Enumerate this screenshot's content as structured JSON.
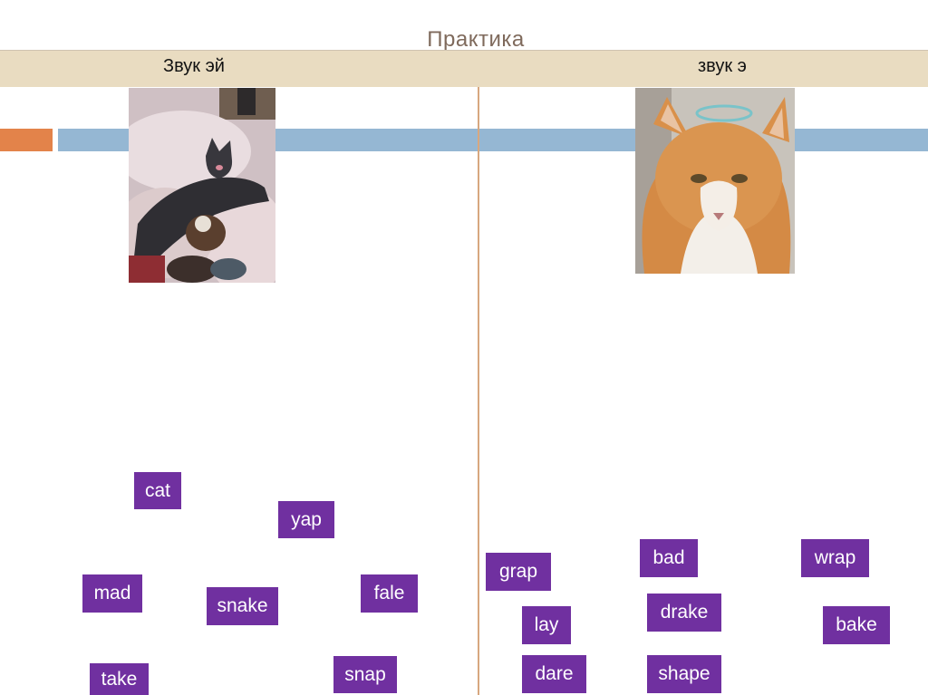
{
  "slide": {
    "title": "Практика",
    "columns": {
      "left": "Звук эй",
      "right": "звук э"
    }
  },
  "images": {
    "left": {
      "icon": "gray-cat-photo"
    },
    "right": {
      "icon": "orange-cat-photo"
    }
  },
  "colors": {
    "header_bar": "#e9dcc1",
    "accent_orange": "#e3834a",
    "accent_blue": "#95b7d3",
    "word_card": "#7030a0",
    "divider": "#d7a77f"
  },
  "words": {
    "cat": "cat",
    "yap": "yap",
    "mad": "mad",
    "snake": "snake",
    "fale": "fale",
    "take": "take",
    "snap": "snap",
    "grap": "grap",
    "bad": "bad",
    "wrap": "wrap",
    "lay": "lay",
    "drake": "drake",
    "bake": "bake",
    "dare": "dare",
    "shape": "shape"
  }
}
